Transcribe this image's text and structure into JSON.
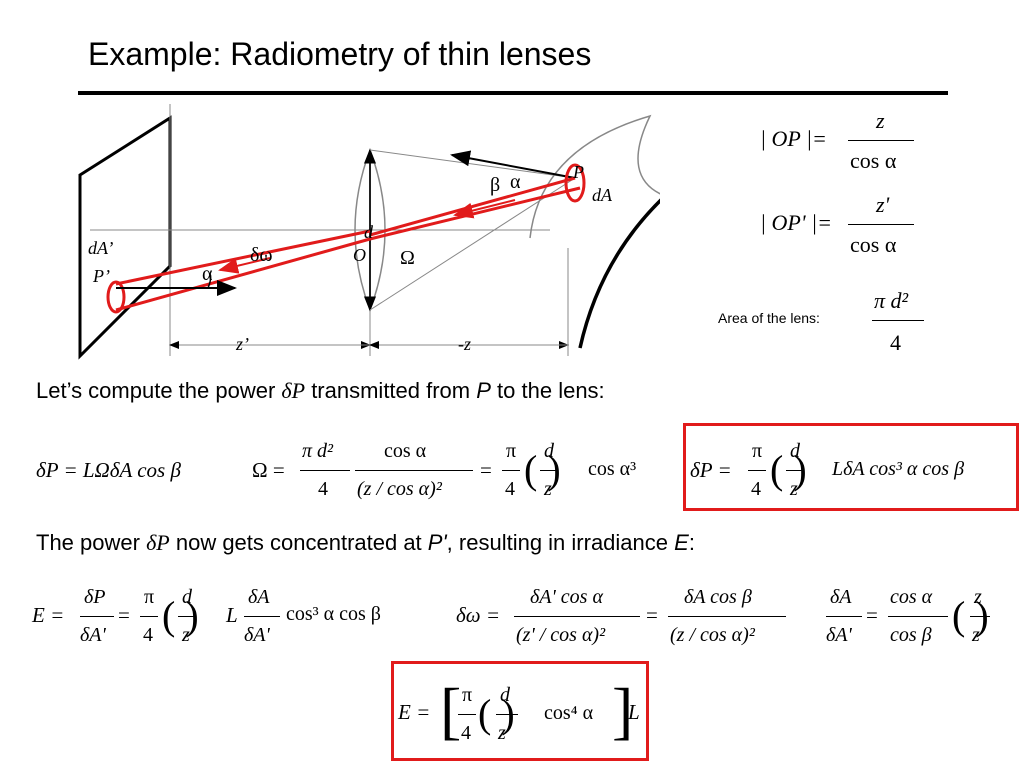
{
  "slide": {
    "title": "Example: Radiometry of thin lenses"
  },
  "diagram": {
    "labels": {
      "dA_prime": "dA’",
      "P_prime": "P’",
      "alpha_left": "α",
      "domega": "δω",
      "d": "d",
      "O": "O",
      "Omega": "Ω",
      "beta": "β",
      "alpha_right": "α",
      "P": "P",
      "dA": "dA",
      "z_prime": "z’",
      "minus_z": "-z"
    },
    "colors": {
      "rays": "#e11b1b",
      "lines": "#000000",
      "guides": "#888888"
    }
  },
  "formulas": {
    "op_lhs": "| OP |=",
    "op_num": "z",
    "op_den": "cos α",
    "opp_lhs": "| OP' |=",
    "opp_num": "z'",
    "opp_den": "cos α",
    "lens_area_label": "Area of the lens:",
    "lens_area_num": "π d²",
    "lens_area_den": "4"
  },
  "text": {
    "line1_a": "Let’s compute the power ",
    "line1_dp": "δP",
    "line1_b": " transmitted from ",
    "line1_P": "P",
    "line1_c": " to the lens:",
    "line2_a": "The power ",
    "line2_dp": "δP",
    "line2_b": " now gets concentrated at ",
    "line2_Pp": "P'",
    "line2_c": ", resulting in irradiance ",
    "line2_E": "E",
    "line2_d": ":"
  },
  "equations": {
    "eq1": "δP = LΩδA cos β",
    "eq2_lhs": "Ω =",
    "eq2_f1_num": "π d²",
    "eq2_f1_den": "4",
    "eq2_f2_num": "cos α",
    "eq2_f2_den": "(z / cos α)²",
    "eq2_eq": "=",
    "eq2_pi": "π",
    "eq2_4": "4",
    "eq2_d": "d",
    "eq2_z": "z",
    "eq2_tail": "cos α³",
    "eq3_lhs": "δP =",
    "eq3_tail": "LδA cos³ α cos β",
    "eq4_lhs": "E =",
    "eq4_f1_num": "δP",
    "eq4_f1_den": "δA'",
    "eq4_L": "L",
    "eq4_f2_num": "δA",
    "eq4_f2_den": "δA'",
    "eq4_tail": "cos³ α cos β",
    "eq5_lhs": "δω =",
    "eq5_f1_num": "δA' cos α",
    "eq5_f1_den": "(z' / cos α)²",
    "eq5_f2_num": "δA cos β",
    "eq5_f2_den": "(z / cos α)²",
    "eq6_f1_num": "δA",
    "eq6_f1_den": "δA'",
    "eq6_f2_num": "cos α",
    "eq6_f2_den": "cos β",
    "eq6_z": "z",
    "eq6_zp": "z'",
    "eq7_lhs": "E =",
    "eq7_tail": "cos⁴ α",
    "eq7_L": "L",
    "eq7_zp": "z'"
  }
}
